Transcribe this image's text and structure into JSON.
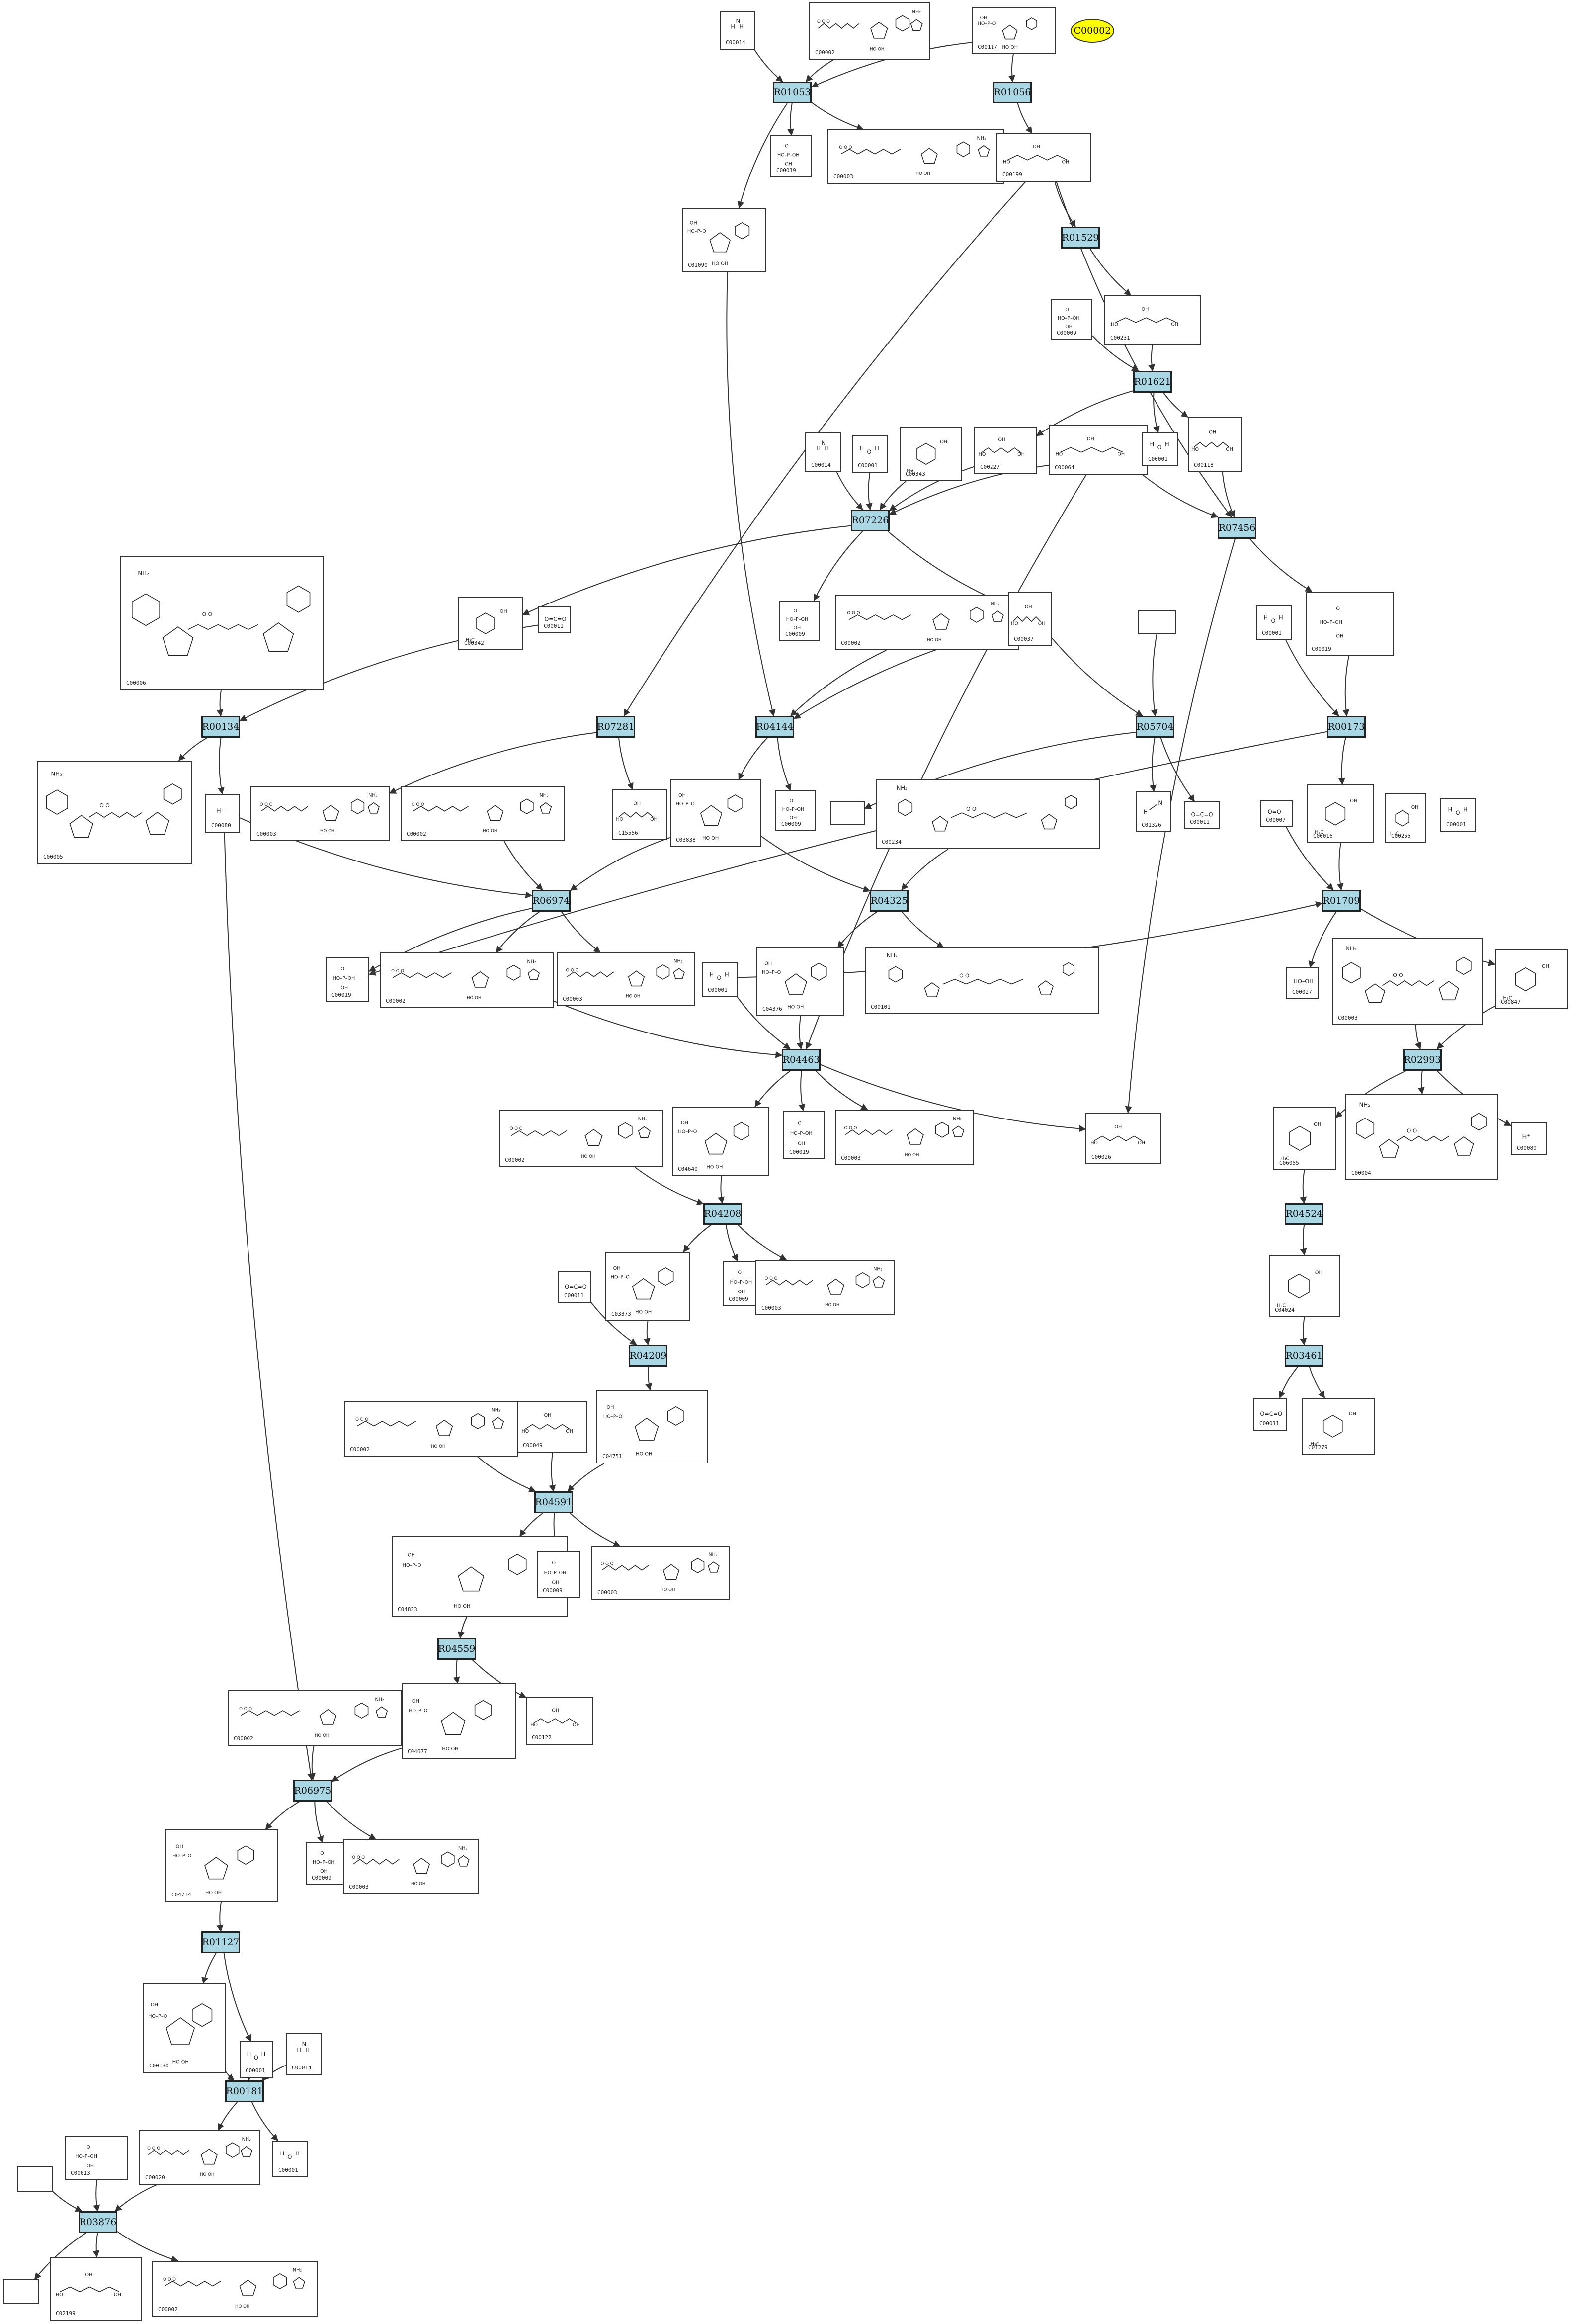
{
  "highlight": {
    "id": "C00002",
    "fill": "#ffff00"
  },
  "colors": {
    "reaction_fill": "#a9d7e4",
    "edge": "#333333",
    "compound_border": "#333333"
  },
  "reactions": [
    "R01053",
    "R01056",
    "R01529",
    "R01621",
    "R07226",
    "R07456",
    "R00134",
    "R07281",
    "R04144",
    "R05704",
    "R00173",
    "R06974",
    "R04325",
    "R01709",
    "R04463",
    "R02993",
    "R04208",
    "R04524",
    "R04209",
    "R03461",
    "R04591",
    "R04559",
    "R06975",
    "R01127",
    "R00181",
    "R03876"
  ],
  "compounds": [
    {
      "key": "c1",
      "id": "C00014",
      "art": "nh3"
    },
    {
      "key": "c2",
      "id": "C00002",
      "art": "ntp"
    },
    {
      "key": "c3",
      "id": "C00117",
      "art": "sugar"
    },
    {
      "key": "c4",
      "id": "C00019",
      "art": "pi"
    },
    {
      "key": "c5",
      "id": "C00003",
      "art": "ntp"
    },
    {
      "key": "c6",
      "id": "C00199",
      "art": "chain"
    },
    {
      "key": "c7",
      "id": "C01090",
      "art": "sugar"
    },
    {
      "key": "c8",
      "id": "C00009",
      "art": "pi"
    },
    {
      "key": "c9",
      "id": "C00231",
      "art": "chain"
    },
    {
      "key": "c10",
      "id": "C00014",
      "art": "nh3"
    },
    {
      "key": "c11",
      "id": "C00001",
      "art": "water"
    },
    {
      "key": "c12",
      "id": "C00343",
      "art": "ring"
    },
    {
      "key": "c13",
      "id": "C00227",
      "art": "chain"
    },
    {
      "key": "c14",
      "id": "C00064",
      "art": "chain"
    },
    {
      "key": "c15",
      "id": "C00001",
      "art": "water"
    },
    {
      "key": "c16",
      "id": "C00118",
      "art": "chain"
    },
    {
      "key": "c17",
      "id": "C00006",
      "art": "big"
    },
    {
      "key": "c18",
      "id": "C00342",
      "art": "ring"
    },
    {
      "key": "c19",
      "id": "C00011",
      "art": "co2"
    },
    {
      "key": "c20",
      "id": "C00009",
      "art": "pi"
    },
    {
      "key": "c21",
      "id": "C00002",
      "art": "ntp"
    },
    {
      "key": "c22",
      "id": "C00037",
      "art": "chain"
    },
    {
      "key": "c23",
      "id": "",
      "art": "empty"
    },
    {
      "key": "c24",
      "id": "C00001",
      "art": "water"
    },
    {
      "key": "c25",
      "id": "C00019",
      "art": "pi"
    },
    {
      "key": "c26",
      "id": "C00005",
      "art": "big"
    },
    {
      "key": "c27",
      "id": "C00080",
      "art": "hplus"
    },
    {
      "key": "c28",
      "id": "C00003",
      "art": "ntp"
    },
    {
      "key": "c29",
      "id": "C00002",
      "art": "ntp"
    },
    {
      "key": "c30",
      "id": "C15556",
      "art": "chain"
    },
    {
      "key": "c31",
      "id": "C03838",
      "art": "sugar"
    },
    {
      "key": "c32",
      "id": "C00009",
      "art": "pi"
    },
    {
      "key": "c33",
      "id": "",
      "art": "empty"
    },
    {
      "key": "c34",
      "id": "C00234",
      "art": "big"
    },
    {
      "key": "c35",
      "id": "C01326",
      "art": "hcn"
    },
    {
      "key": "c36",
      "id": "C00011",
      "art": "co2"
    },
    {
      "key": "c37",
      "id": "C00001",
      "art": "water"
    },
    {
      "key": "c38",
      "id": "C00016",
      "art": "ring"
    },
    {
      "key": "c39",
      "id": "C00007",
      "art": "o2"
    },
    {
      "key": "c40",
      "id": "C00255",
      "art": "ring"
    },
    {
      "key": "c41",
      "id": "C00009",
      "art": "pi"
    },
    {
      "key": "c42",
      "id": "C00001",
      "art": "water"
    },
    {
      "key": "c43",
      "id": "C00019",
      "art": "pi"
    },
    {
      "key": "c44",
      "id": "C00002",
      "art": "ntp"
    },
    {
      "key": "c45",
      "id": "C00003",
      "art": "ntp"
    },
    {
      "key": "c46",
      "id": "C00001",
      "art": "water"
    },
    {
      "key": "c47",
      "id": "C04376",
      "art": "sugar"
    },
    {
      "key": "c48",
      "id": "C00101",
      "art": "big"
    },
    {
      "key": "c49",
      "id": "C00027",
      "art": "h2o2"
    },
    {
      "key": "c50",
      "id": "C00003",
      "art": "big"
    },
    {
      "key": "c51",
      "id": "C00847",
      "art": "ring"
    },
    {
      "key": "c52",
      "id": "C00002",
      "art": "ntp"
    },
    {
      "key": "c53",
      "id": "C04640",
      "art": "sugar"
    },
    {
      "key": "c54",
      "id": "C00019",
      "art": "pi"
    },
    {
      "key": "c55",
      "id": "C00003",
      "art": "ntp"
    },
    {
      "key": "c56",
      "id": "C00026",
      "art": "chain"
    },
    {
      "key": "c57",
      "id": "C06055",
      "art": "ring"
    },
    {
      "key": "c58",
      "id": "C00004",
      "art": "big"
    },
    {
      "key": "c59",
      "id": "C00080",
      "art": "hplus"
    },
    {
      "key": "c60",
      "id": "C00011",
      "art": "co2"
    },
    {
      "key": "c61",
      "id": "C03373",
      "art": "sugar"
    },
    {
      "key": "c62",
      "id": "C00009",
      "art": "pi"
    },
    {
      "key": "c63",
      "id": "C00003",
      "art": "ntp"
    },
    {
      "key": "c64",
      "id": "C04024",
      "art": "ring"
    },
    {
      "key": "c65",
      "id": "C00002",
      "art": "ntp"
    },
    {
      "key": "c66",
      "id": "C00049",
      "art": "chain"
    },
    {
      "key": "c67",
      "id": "C04751",
      "art": "sugar"
    },
    {
      "key": "c68",
      "id": "C00011",
      "art": "co2"
    },
    {
      "key": "c69",
      "id": "C01279",
      "art": "ring"
    },
    {
      "key": "c70",
      "id": "C04823",
      "art": "sugar"
    },
    {
      "key": "c71",
      "id": "C00009",
      "art": "pi"
    },
    {
      "key": "c72",
      "id": "C00003",
      "art": "ntp"
    },
    {
      "key": "c73",
      "id": "C00002",
      "art": "ntp"
    },
    {
      "key": "c74",
      "id": "C04677",
      "art": "sugar"
    },
    {
      "key": "c75",
      "id": "C00122",
      "art": "chain"
    },
    {
      "key": "c76",
      "id": "C04734",
      "art": "sugar"
    },
    {
      "key": "c77",
      "id": "C00009",
      "art": "pi"
    },
    {
      "key": "c78",
      "id": "C00003",
      "art": "ntp"
    },
    {
      "key": "c79",
      "id": "C00130",
      "art": "sugar"
    },
    {
      "key": "c80",
      "id": "C00001",
      "art": "water"
    },
    {
      "key": "c81",
      "id": "C00014",
      "art": "nh3"
    },
    {
      "key": "c82",
      "id": "C00020",
      "art": "ntp"
    },
    {
      "key": "c83",
      "id": "C00001",
      "art": "water"
    },
    {
      "key": "c84",
      "id": "",
      "art": "empty"
    },
    {
      "key": "c85",
      "id": "C00013",
      "art": "pi"
    },
    {
      "key": "c86",
      "id": "",
      "art": "empty"
    },
    {
      "key": "c87",
      "id": "C02199",
      "art": "chain"
    },
    {
      "key": "c88",
      "id": "C00002",
      "art": "ntp"
    }
  ]
}
